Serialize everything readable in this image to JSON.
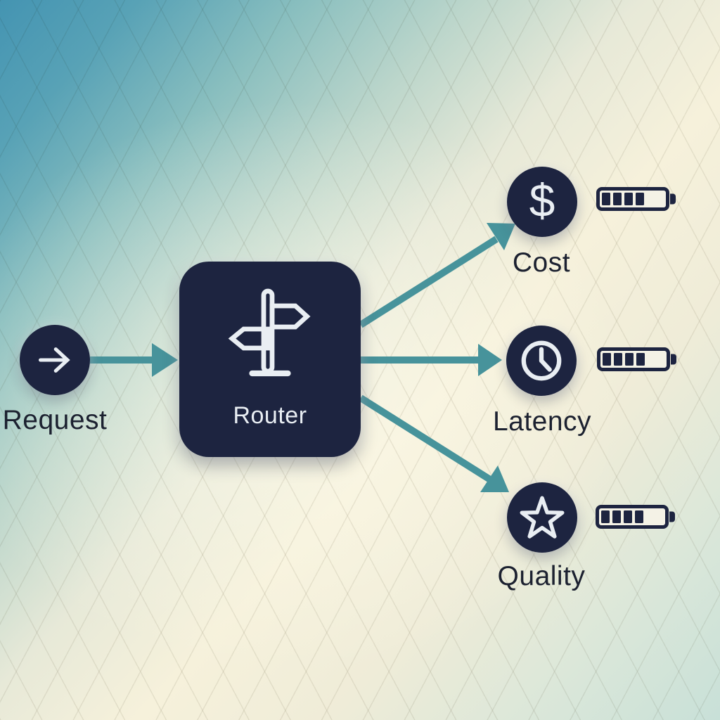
{
  "nodes": {
    "request": {
      "label": "Request",
      "icon": "arrow-right-icon"
    },
    "router": {
      "label": "Router",
      "icon": "signpost-icon"
    },
    "outputs": [
      {
        "label": "Cost",
        "icon": "dollar-sign-icon",
        "glyph": "$",
        "meter": {
          "type": "battery",
          "filled_segments": 4,
          "total_segments": 5
        }
      },
      {
        "label": "Latency",
        "icon": "clock-icon",
        "meter": {
          "type": "battery",
          "filled_segments": 4,
          "total_segments": 5
        }
      },
      {
        "label": "Quality",
        "icon": "star-icon",
        "meter": {
          "type": "battery",
          "filled_segments": 4,
          "total_segments": 5
        }
      }
    ]
  },
  "edges": [
    {
      "from": "Request",
      "to": "Router"
    },
    {
      "from": "Router",
      "to": "Cost"
    },
    {
      "from": "Router",
      "to": "Latency"
    },
    {
      "from": "Router",
      "to": "Quality"
    }
  ],
  "colors": {
    "node": "#1d2440",
    "arrow": "#47939b",
    "icon": "#e9eef3",
    "label": "#1c2130",
    "battery_empty": "#f4f2e6",
    "bg_top_left": "#4494b2",
    "bg_center": "#f6f1db",
    "bg_bottom_right": "#c8e0d8"
  }
}
